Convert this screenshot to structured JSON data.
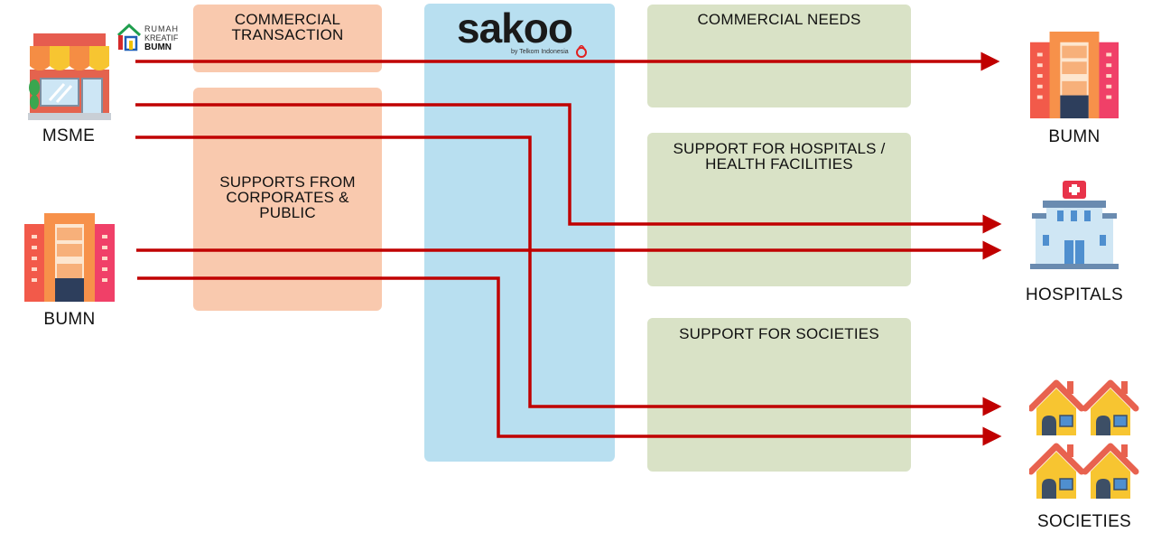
{
  "boxes": {
    "commercial_transaction": "COMMERCIAL\nTRANSACTION",
    "supports_corporates": "SUPPORTS FROM\nCORPORATES &\nPUBLIC",
    "commercial_needs": "COMMERCIAL NEEDS",
    "support_hospitals": "SUPPORT FOR HOSPITALS /\nHEALTH FACILITIES",
    "support_societies": "SUPPORT FOR SOCIETIES"
  },
  "sakoo": {
    "wordmark": "sakoo",
    "tagline": "by Telkom Indonesia"
  },
  "rumah_kreatif": {
    "line1": "RUMAH",
    "line2": "KREATIF",
    "line3": "BUMN"
  },
  "actors": {
    "msme": "MSME",
    "bumn_left": "BUMN",
    "bumn_right": "BUMN",
    "hospitals": "HOSPITALS",
    "societies": "SOCIETIES"
  },
  "colors": {
    "arrow": "#c00000",
    "orange_box": "#f9c9ae",
    "green_box": "#d9e2c6",
    "sakoo_column": "#b8dff0"
  }
}
